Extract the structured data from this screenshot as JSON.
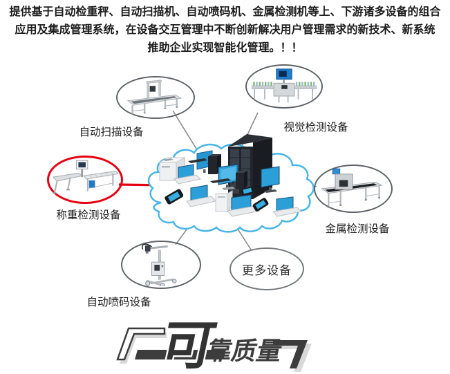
{
  "header": {
    "line1": "提供基于自动检重秤、自动扫描机、自动喷码机、金属检测机等上、下游诸多设备的组合",
    "line2": "应用及集成管理系统，在设备交互管理中不断创新解决用户管理需求的新技术、新系统",
    "line3": "推助企业实现智能化管理。！！"
  },
  "diagram": {
    "center": {
      "description": "cloud-network-of-computers-and-servers"
    },
    "nodes": [
      {
        "id": "auto-scan",
        "label": "自动扫描设备",
        "highlighted": false
      },
      {
        "id": "vision-inspection",
        "label": "视觉检测设备",
        "highlighted": false
      },
      {
        "id": "checkweigher",
        "label": "称重检测设备",
        "highlighted": true
      },
      {
        "id": "metal-detector",
        "label": "金属检测设备",
        "highlighted": false
      },
      {
        "id": "inkjet-coder",
        "label": "自动喷码设备",
        "highlighted": false
      },
      {
        "id": "more-devices",
        "label": "更多设备",
        "highlighted": false
      }
    ],
    "colors": {
      "highlight": "#e60012",
      "connector": "#8a8a8a",
      "ellipse_border": "#5f6367",
      "cloud_stroke": "#47b5e8",
      "screen_blue": "#2b9fd8"
    }
  },
  "logo": {
    "big_char": "可",
    "small_text": "靠质量",
    "full_text": "可靠质量"
  }
}
